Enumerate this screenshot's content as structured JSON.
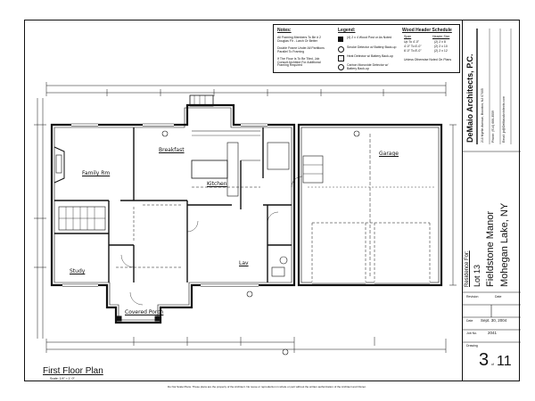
{
  "plan": {
    "title": "First Floor Plan",
    "scale": "Scale: 1/4\" = 1'-0\"",
    "footer_note": "Do Not Scale Plans. These plans are the property of the Architect. No reuse or reproduction in whole or part without the written authorization of the Architect and Owner."
  },
  "notes": {
    "heading": "Notes:",
    "items": [
      "All Framing Members To Be # 2 Douglas Fir - Larch Or Better",
      "Double Frame Under All Partitions Parallel To Framing",
      "If The Floor Is To Be Tiled, Job Consult Architect For Additional Framing Required"
    ]
  },
  "legend": {
    "heading": "Legend:",
    "items": [
      "(4) 2 x 4 Wood Post or As Noted",
      "Smoke Detector w/ Battery Back-up",
      "Heat Detector w/ Battery Back-up",
      "Carbon Monoxide Detector w/ Battery Back-up"
    ]
  },
  "header_schedule": {
    "heading": "Wood Header Schedule",
    "col_span": "Span",
    "col_size": "Header Size",
    "rows": [
      {
        "span": "Up To 4'-0\"",
        "size": "(2) 2 x 8"
      },
      {
        "span": "4'-0\" To 6'-0\"",
        "size": "(2) 2 x 10"
      },
      {
        "span": "6'-0\" To 8'-0\"",
        "size": "(2) 2 x 12"
      }
    ],
    "note": "Unless Otherwise Noted On Plans"
  },
  "rooms": {
    "breakfast": "Breakfast",
    "family_rm": "Family Rm",
    "kitchen": "Kitchen",
    "lav": "Lav",
    "garage": "Garage",
    "study": "Study",
    "covered_porch": "Covered Porch"
  },
  "firm": {
    "name": "DeMaio Architects, P.C.",
    "address": "210 Myrtle Avenue, Boonton, NJ 07005",
    "phone": "Phone: (914) 666-3559",
    "email": "Email: jp@DeMaioArchitects.com"
  },
  "project": {
    "label": "Residence For:",
    "lot": "Lot 13",
    "name": "Fieldstone Manor",
    "location": "Mohegan Lake, NY"
  },
  "revision": {
    "revision_label": "Revision",
    "date_label": "Date",
    "date_field_label": "Date",
    "date_value": "Sept. 30, 2004",
    "job_label": "Job No.",
    "job_value": "2041"
  },
  "sheet": {
    "drawing_label": "Drawing",
    "number": "3",
    "of_text": "of",
    "total": "11"
  }
}
